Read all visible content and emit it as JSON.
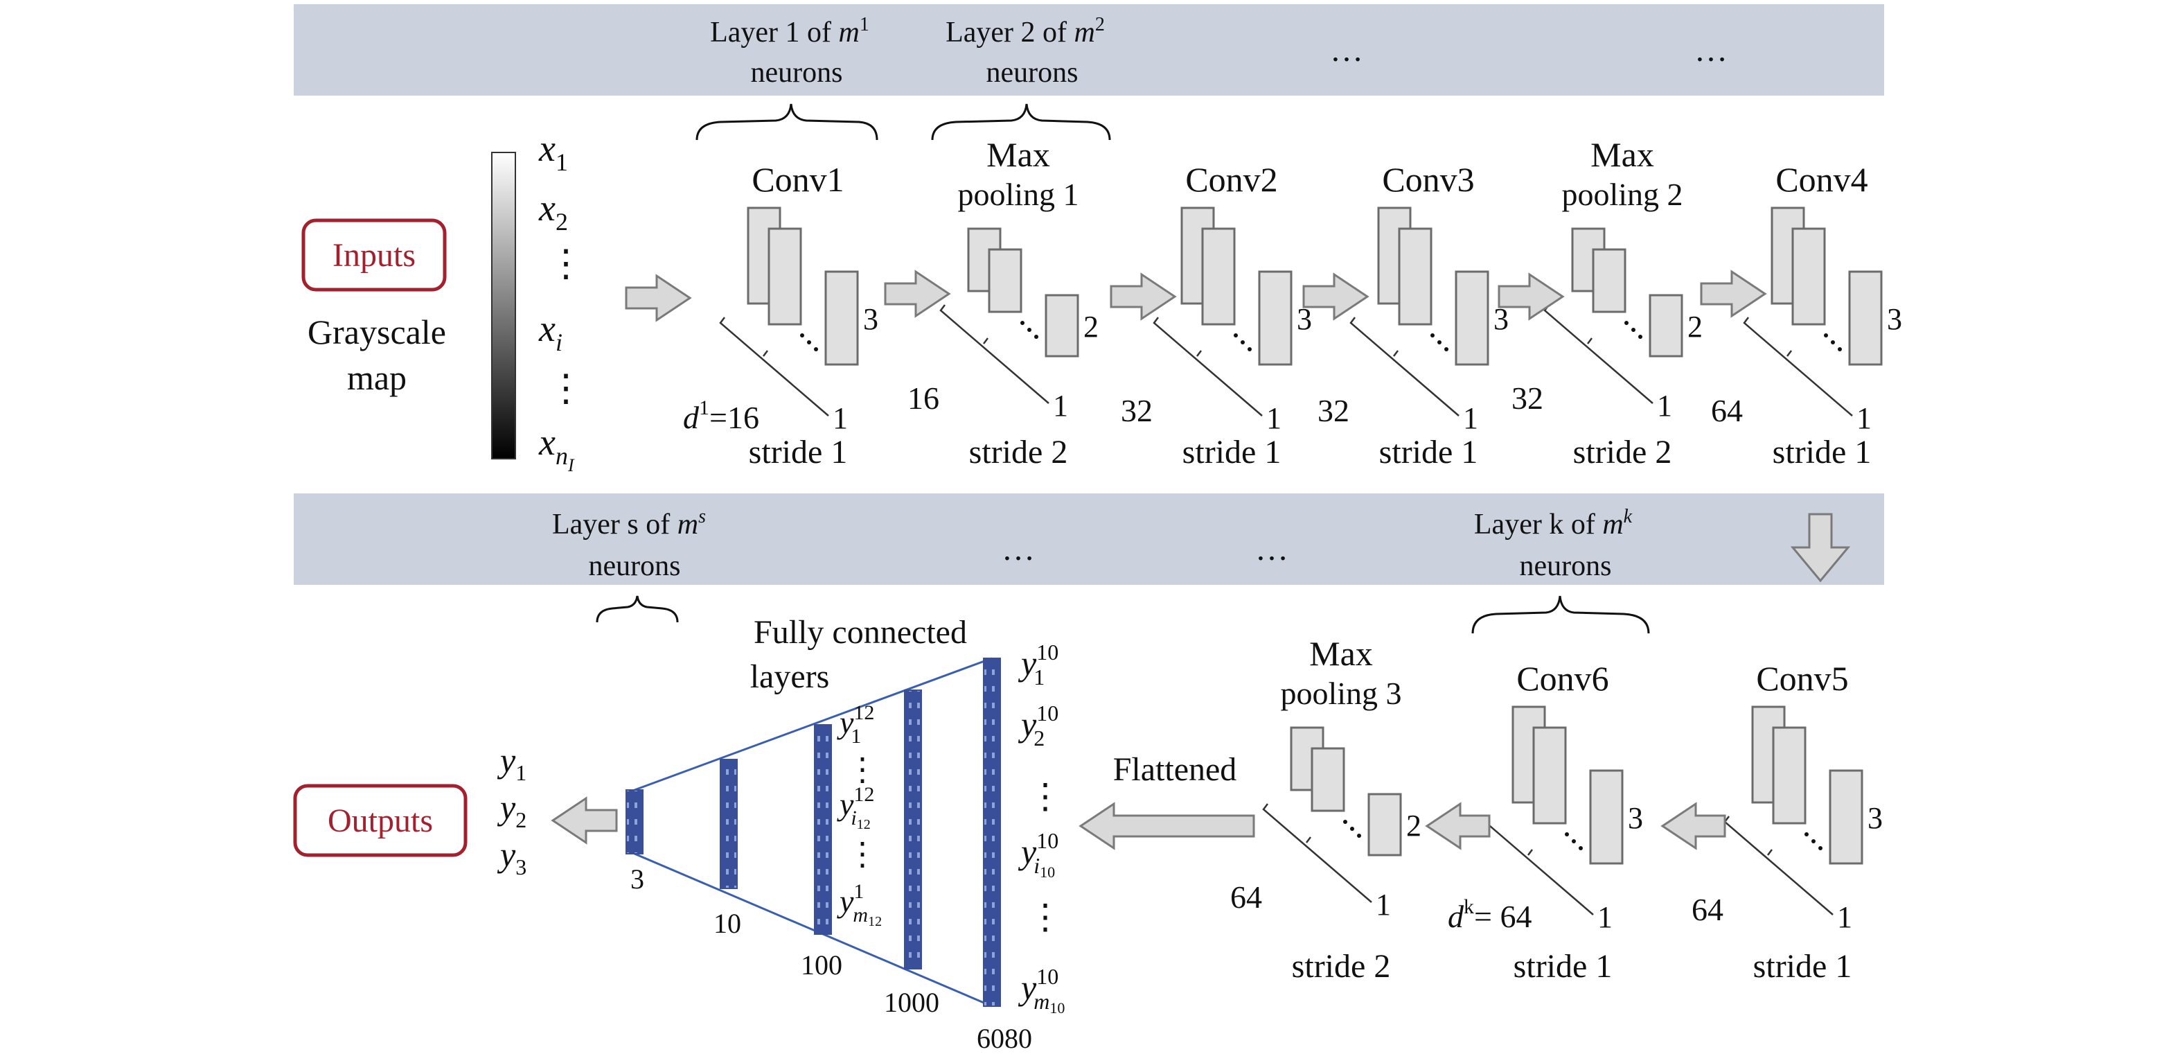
{
  "colors": {
    "band": "#cbd2de",
    "block_fill": "#e0e0e0",
    "block_stroke": "#6b6b6b",
    "arrow_fill": "#d9d9d9",
    "arrow_stroke": "#7a7a7a",
    "fc_bar": "#3a4f9a",
    "fc_line": "#3a5fb0",
    "io_red": "#a3212e"
  },
  "labels": {
    "inputs": "Inputs",
    "outputs": "Outputs",
    "grayscale_line1": "Grayscale",
    "grayscale_line2": "map",
    "flattened": "Flattened",
    "fc_line1": "Fully  connected",
    "fc_line2": "layers",
    "ellipsis": "…",
    "vdots": "⋮",
    "equals": "=",
    "neurons": "neurons",
    "neurons_top_1": "neurons",
    "neurons_top_2": "neurons",
    "neurons_bottom_k": "neurons",
    "neurons_bottom_s": "neurons"
  },
  "top_band": {
    "layer1_prefix": "Layer 1 of ",
    "layer1_sup": "1",
    "layer2_prefix": "Layer 2 of ",
    "layer2_sup": "2",
    "m": "m"
  },
  "bottom_band": {
    "layers_prefix": "Layer s of ",
    "layers_sup": "s",
    "layerk_prefix": "Layer k of ",
    "layerk_sup": "k",
    "m": "m"
  },
  "inputs_vars": {
    "x": "x",
    "sub1": "1",
    "sub2": "2",
    "subi": "i",
    "subn": "n",
    "subI": "I"
  },
  "outputs_vars": {
    "y": "y",
    "sub1": "1",
    "sub2": "2",
    "sub3": "3"
  },
  "conv_stages": [
    {
      "name_line1": "Conv1",
      "name_line2": "",
      "left_num": "16",
      "stride": "stride 1",
      "depth": "3",
      "one": "1",
      "d_label": "d",
      "d_sup": "1"
    },
    {
      "name_line1": "Max",
      "name_line2": "pooling 1",
      "left_num": "16",
      "stride": "stride 2",
      "depth": "2",
      "one": "1"
    },
    {
      "name_line1": "Conv2",
      "name_line2": "",
      "left_num": "32",
      "stride": "stride 1",
      "depth": "3",
      "one": "1"
    },
    {
      "name_line1": "Conv3",
      "name_line2": "",
      "left_num": "32",
      "stride": "stride 1",
      "depth": "3",
      "one": "1"
    },
    {
      "name_line1": "Max",
      "name_line2": "pooling 2",
      "left_num": "32",
      "stride": "stride 2",
      "depth": "2",
      "one": "1"
    },
    {
      "name_line1": "Conv4",
      "name_line2": "",
      "left_num": "64",
      "stride": "stride 1",
      "depth": "3",
      "one": "1"
    }
  ],
  "bottom_stages": [
    {
      "name_line1": "Max",
      "name_line2": "pooling 3",
      "left_num": "64",
      "stride": "stride 2",
      "depth": "2",
      "one": "1"
    },
    {
      "name_line1": "Conv6",
      "name_line2": "",
      "left_num": "64",
      "stride": "stride 1",
      "depth": "3",
      "one": "1",
      "d_label": "d",
      "d_sup": "k"
    },
    {
      "name_line1": "Conv5",
      "name_line2": "",
      "left_num": "64",
      "stride": "stride 1",
      "depth": "3",
      "one": "1"
    }
  ],
  "fc_layers": [
    {
      "size": "3"
    },
    {
      "size": "10"
    },
    {
      "size": "100"
    },
    {
      "size": "1000"
    },
    {
      "size": "6080"
    }
  ],
  "fc_vars": {
    "y": "y",
    "sup12": "12",
    "sup10": "10",
    "sup1": "1",
    "sub1": "1",
    "sub2": "2",
    "subi": "i",
    "subm": "m",
    "subsup12": "12",
    "subsup10": "10"
  }
}
